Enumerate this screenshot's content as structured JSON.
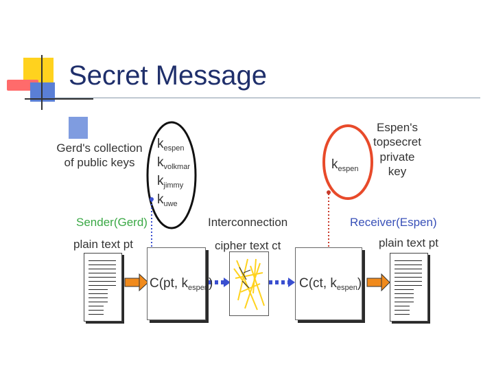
{
  "title": "Secret Message",
  "gerd_collection": {
    "line1": "Gerd's collection",
    "line2": "of public keys"
  },
  "public_keys": [
    {
      "base": "k",
      "sub": "espen"
    },
    {
      "base": "k",
      "sub": "volkmar"
    },
    {
      "base": "k",
      "sub": "jimmy"
    },
    {
      "base": "k",
      "sub": "uwe"
    }
  ],
  "espen_private": {
    "line1": "Espen's",
    "line2": "topsecret",
    "line3": "private",
    "line4": "key"
  },
  "private_key": {
    "base": "k",
    "sub": "espen"
  },
  "sender_label": "Sender(Gerd)",
  "interconnection_label": "Interconnection",
  "receiver_label": "Receiver(Espen)",
  "plaintext_left": "plain text pt",
  "ciphertext_label": "cipher text ct",
  "plaintext_right": "plain text pt",
  "encrypt": {
    "prefix": "C(pt, ",
    "key_base": "k",
    "key_sub": "espen",
    "suffix": ")"
  },
  "decrypt": {
    "prefix": "C(ct, ",
    "key_base": "k",
    "key_sub": "espen",
    "suffix": ")"
  },
  "colors": {
    "title": "#1f2f6b",
    "sender": "#3aa845",
    "receiver": "#3850b8",
    "arrow_orange": "#f08a1c",
    "blue_arrow": "#3a4fd0",
    "circle_red": "#e84a2a",
    "dot_red": "#c83a2a",
    "cipher_yellow": "#ffd21e"
  }
}
